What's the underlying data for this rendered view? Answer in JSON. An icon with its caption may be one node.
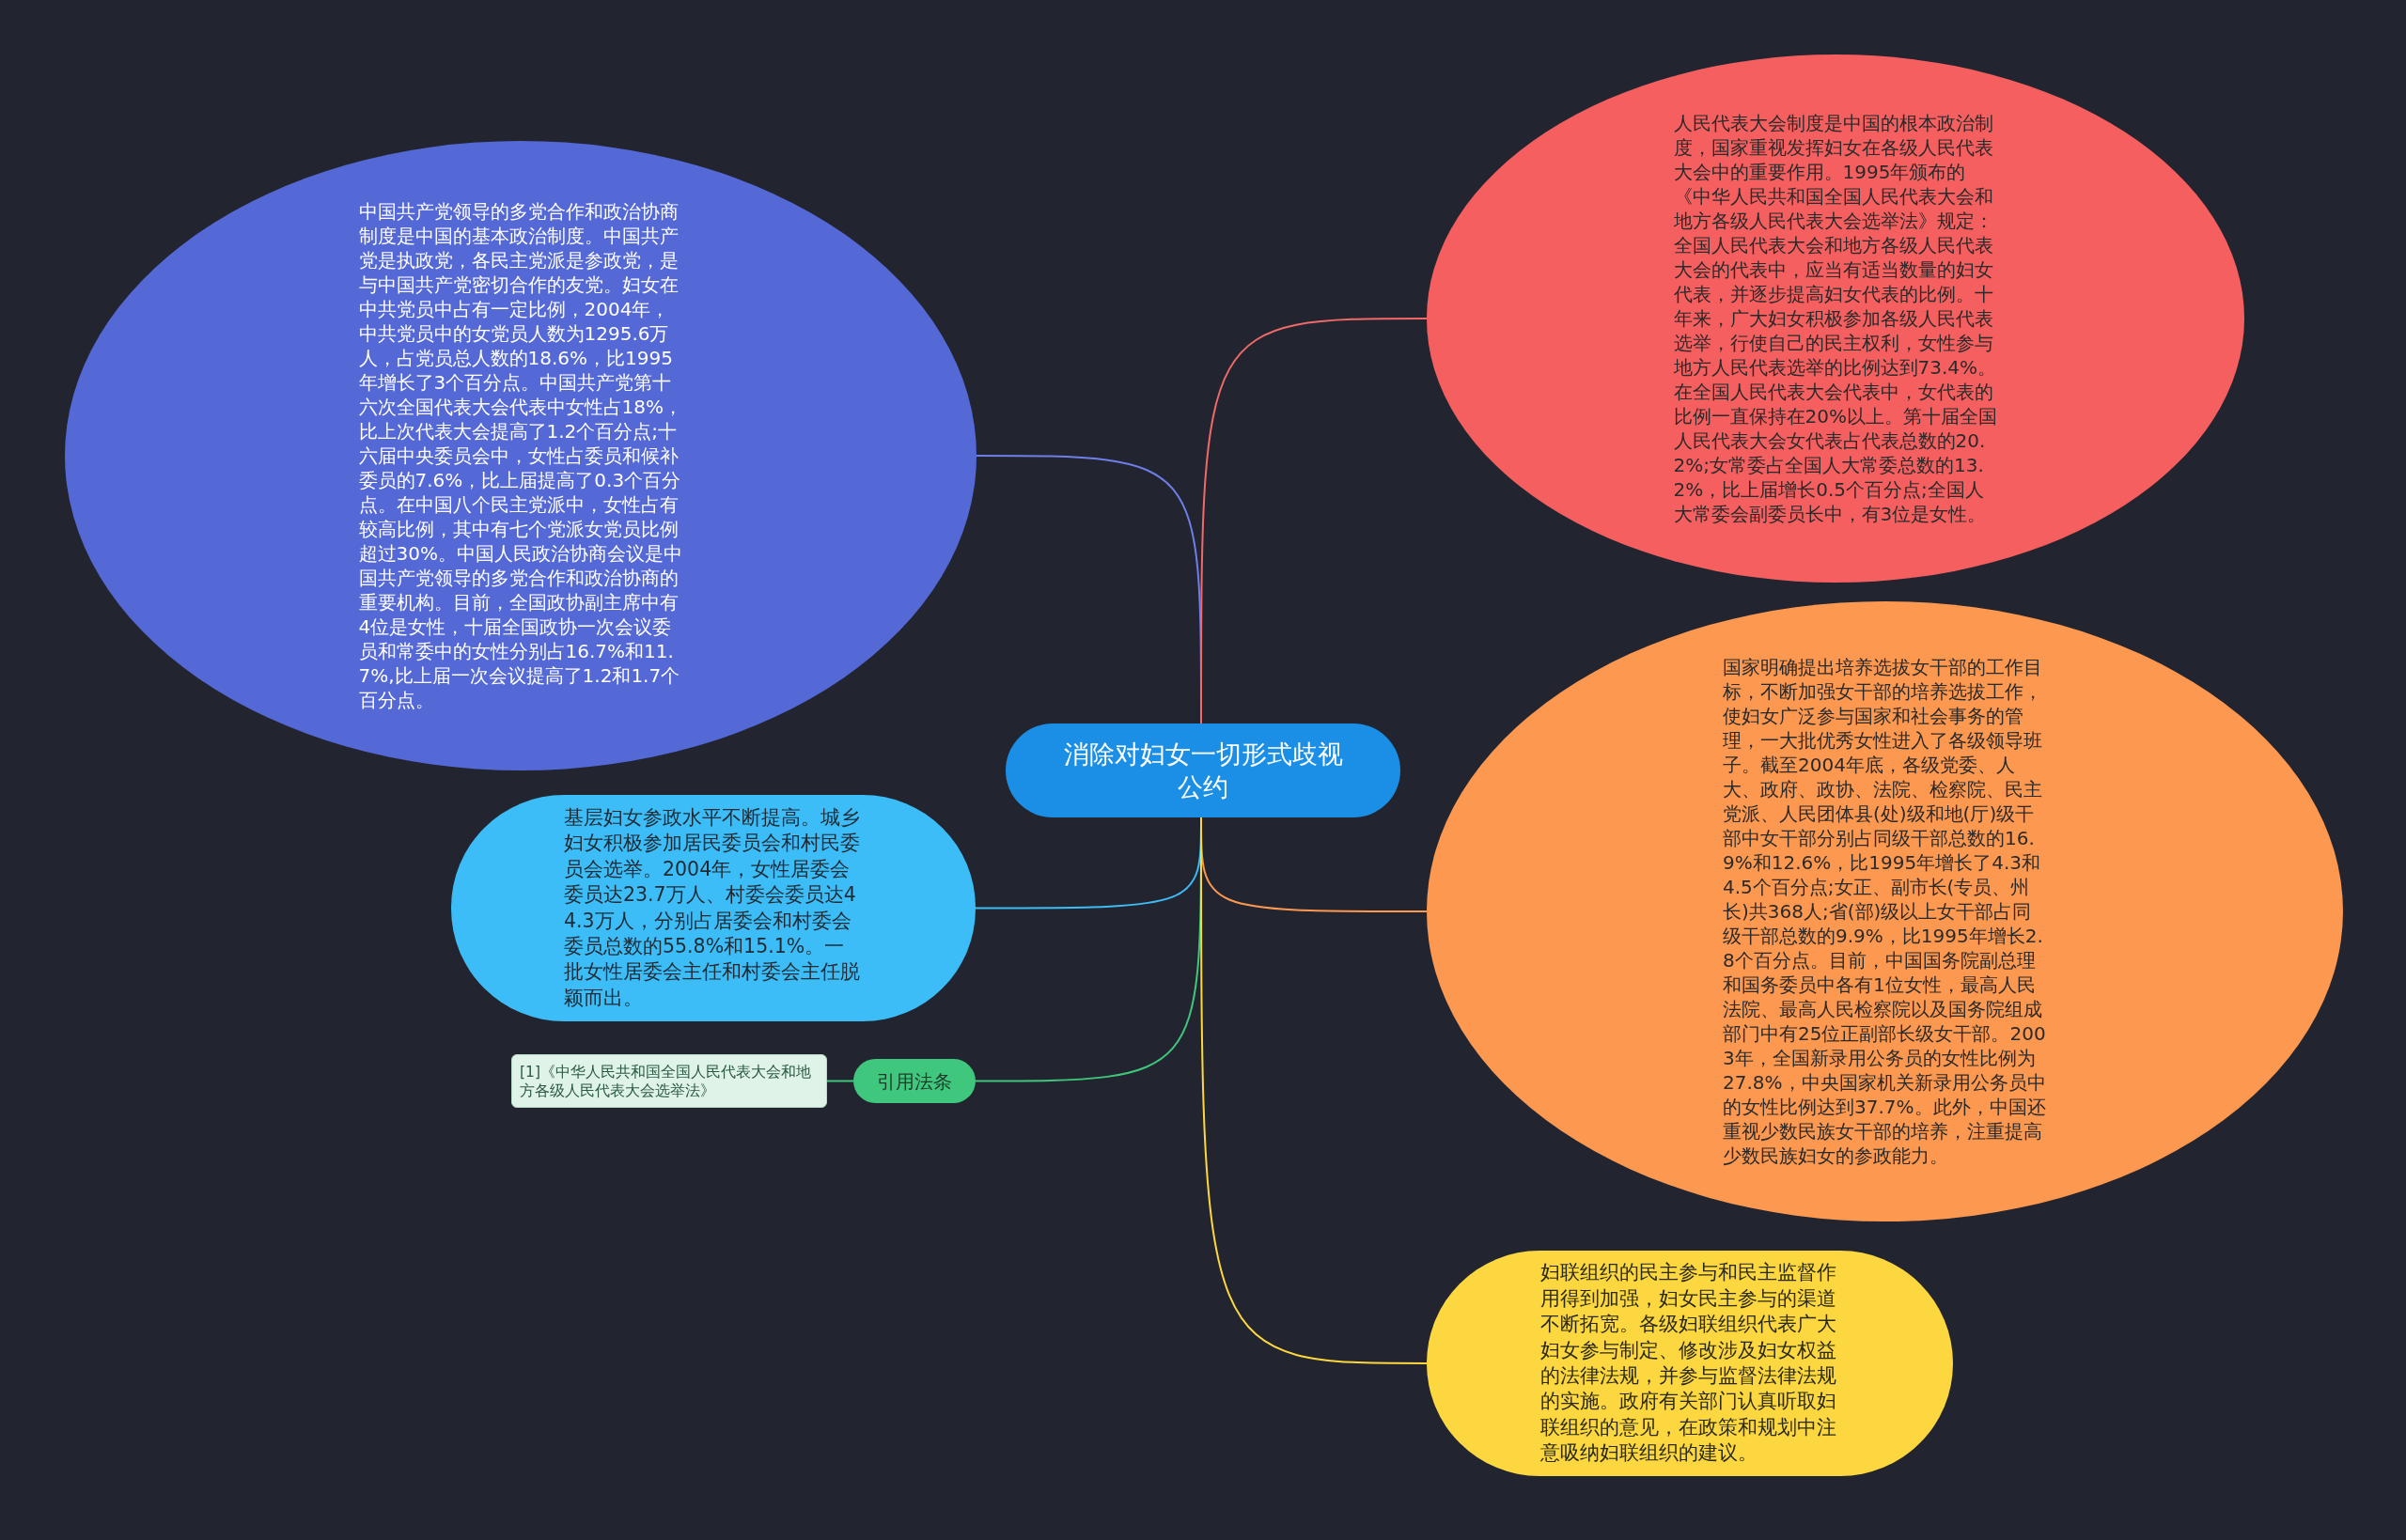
{
  "diagram": {
    "nodes": [
      {
        "text": [
          "消除对妇女一切形式歧视公约"
        ]
      },
      {
        "text": [
          "中国共产党领导的多党合作和政治协商制度是中国的基本政治制度。中国共产党是执政党，各民主党派是参政党，是与中国共产党密切合作的友党。妇女在中共党员中占有一定比例，2004年，中共党员中的女党员人数为1295.6万人，占党员总人数的18.6%，比1995年增长了3个百分点。中国共产党第十六次全国代表大会代表中女性占18%，比上次代表大会提高了1.2个百分点;十六届中央委员会中，女性占委员和候补委员的7.6%，比上届提高了0.3个百分点。在中国八个民主党派中，女性占有较高比例，其中有七个党派女党员比例超过30%。中国人民政治协商会议是中国共产党领导的多党合作和政治协商的重要机构。目前，全国政协副主席中有4位是女性，十届全国政协一次会议委员和常委中的女性分别占16.7%和11.7%,比上届一次会议提高了1.2和1.7个百分点。"
        ]
      },
      {
        "text": [
          "人民代表大会制度是中国的根本政治制度，国家重视发挥妇女在各级人民代表大会中的重要作用。1995年颁布的《中华人民共和国全国人民代表大会和地方各级人民代表大会选举法》规定：全国人民代表大会和地方各级人民代表大会的代表中，应当有适当数量的妇女代表，并逐步提高妇女代表的比例。十年来，广大妇女积极参加各级人民代表选举，行使自己的民主权利，女性参与地方人民代表选举的比例达到73.4%。在全国人民代表大会代表中，女代表的比例一直保持在20%以上。第十届全国人民代表大会女代表占代表总数的20.2%;女常委占全国人大常委总数的13.2%，比上届增长0.5个百分点;全国人大常委会副委员长中，有3位是女性。"
        ]
      },
      {
        "text": [
          "国家明确提出培养选拔女干部的工作目标，不断加强女干部的培养选拔工作，使妇女广泛参与国家和社会事务的管理，一大批优秀女性进入了各级领导班子。截至2004年底，各级党委、人大、政府、政协、法院、检察院、民主党派、人民团体县(处)级和地(厅)级干部中女干部分别占同级干部总数的16.9%和12.6%，比1995年增长了4.3和4.5个百分点;女正、副市长(专员、州长)共368人;省(部)级以上女干部占同级干部总数的9.9%，比1995年增长2.8个百分点。目前，中国国务院副总理和国务委员中各有1位女性，最高人民法院、最高人民检察院以及国务院组成部门中有25位正副部长级女干部。2003年，全国新录用公务员的女性比例为27.8%，中央国家机关新录用公务员中的女性比例达到37.7%。此外，中国还重视少数民族女干部的培养，注重提高少数民族妇女的参政能力。"
        ]
      },
      {
        "text": [
          "基层妇女参政水平不断提高。城乡妇女积极参加居民委员会和村民委员会选举。2004年，女性居委会委员达23.7万人、村委会委员达44.3万人，分别占居委会和村委会委员总数的55.8%和15.1%。一批女性居委会主任和村委会主任脱颖而出。"
        ]
      },
      {
        "text": [
          "引用法条"
        ]
      },
      {
        "text": [
          "[1]《中华人民共和国全国人民代表大会和地方各级人民代表大会选举法》"
        ]
      },
      {
        "text": [
          "妇联组织的民主参与和民主监督作用得到加强，妇女民主参与的渠道不断拓宽。各级妇联组织代表广大妇女参与制定、修改涉及妇女权益的法律法规，并参与监督法律法规的实施。政府有关部门认真听取妇联组织的意见，在政策和规划中注意吸纳妇联组织的建议。"
        ]
      }
    ],
    "edges": [
      {
        "from": 0,
        "to": 1,
        "arrow": "none",
        "color": "#6f7fe8"
      },
      {
        "from": 0,
        "to": 2,
        "arrow": "none",
        "color": "#f06a6a"
      },
      {
        "from": 0,
        "to": 3,
        "arrow": "none",
        "color": "#fd9850"
      },
      {
        "from": 0,
        "to": 4,
        "arrow": "none",
        "color": "#3dbdf8"
      },
      {
        "from": 0,
        "to": 5,
        "arrow": "none",
        "color": "#3fc77e"
      },
      {
        "from": 5,
        "to": 6,
        "arrow": "none",
        "color": "#3fc77e"
      },
      {
        "from": 0,
        "to": 7,
        "arrow": "none",
        "color": "#fdd73f"
      }
    ]
  }
}
